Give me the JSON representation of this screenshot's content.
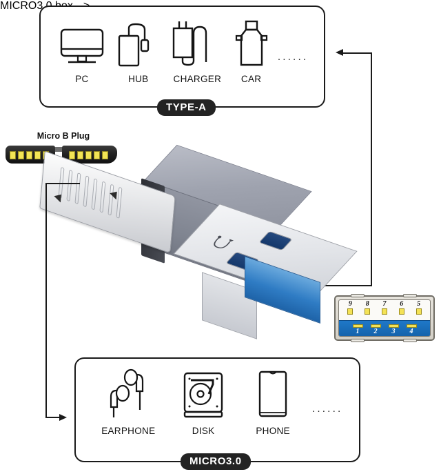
{
  "diagram": {
    "title": "USB 3.0 Micro B to USB A adapter compatibility diagram",
    "line_color": "#1a1a1a",
    "pill_bg": "#232323",
    "usb3_blue": "#1f78c8",
    "contact_gold": "#f4e255"
  },
  "type_a_box": {
    "pill_label": "TYPE-A",
    "items": [
      {
        "label": "PC",
        "icon": "monitor-icon"
      },
      {
        "label": "HUB",
        "icon": "hub-icon"
      },
      {
        "label": "CHARGER",
        "icon": "wall-charger-icon"
      },
      {
        "label": "CAR",
        "icon": "car-charger-icon"
      }
    ],
    "ellipsis": "······"
  },
  "micro_box": {
    "pill_label": "MICRO3.0",
    "items": [
      {
        "label": "EARPHONE",
        "icon": "earphones-icon"
      },
      {
        "label": "DISK",
        "icon": "hard-disk-icon"
      },
      {
        "label": "PHONE",
        "icon": "smartphone-icon"
      }
    ],
    "ellipsis": "······"
  },
  "micro_b_callout": {
    "title": "Micro B Plug",
    "left_contacts": 5,
    "right_contacts": 5
  },
  "pinout": {
    "top_pins": [
      "9",
      "8",
      "7",
      "6",
      "5"
    ],
    "bottom_pins": [
      "1",
      "2",
      "3",
      "4"
    ]
  }
}
